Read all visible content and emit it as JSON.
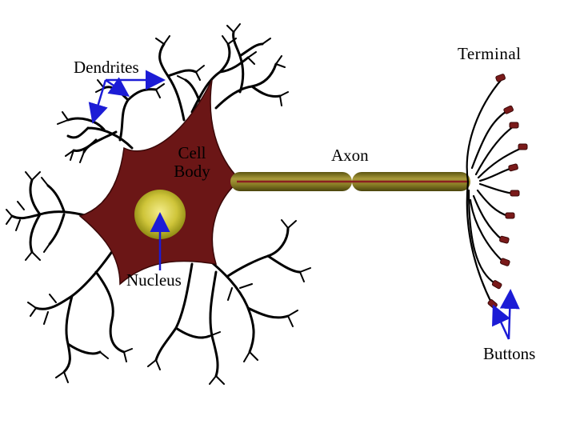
{
  "diagram": {
    "labels": {
      "dendrites": "Dendrites",
      "terminal": "Terminal",
      "cell_body_line1": "Cell",
      "cell_body_line2": "Body",
      "axon": "Axon",
      "nucleus": "Nucleus",
      "buttons": "Buttons"
    },
    "colors": {
      "cell_body": "#6b1616",
      "nucleus_center": "#ece26a",
      "nucleus_edge": "#8d8a12",
      "axon": "#7f7420",
      "axon_stripe": "#8b2020",
      "arrow": "#1c1cd6",
      "dendrite": "#000000",
      "button": "#7a1a1a"
    }
  }
}
